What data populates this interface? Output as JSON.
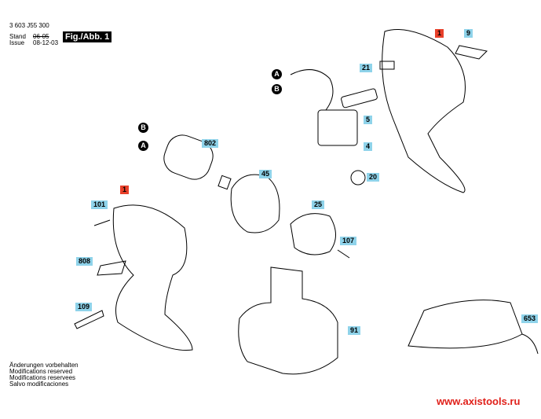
{
  "header": {
    "doc_number": "3 603 J55 300",
    "stand_label": "Stand",
    "issue_label": "Issue",
    "stand_date": "06-05",
    "issue_date": "08-12-03",
    "figure": "Fig./Abb. 1"
  },
  "callouts": [
    {
      "id": "1",
      "highlight": "#e8402a"
    },
    {
      "id": "9"
    },
    {
      "id": "21"
    },
    {
      "id": "5"
    },
    {
      "id": "4"
    },
    {
      "id": "20"
    },
    {
      "id": "802"
    },
    {
      "id": "45"
    },
    {
      "id": "1",
      "highlight": "#e8402a"
    },
    {
      "id": "101"
    },
    {
      "id": "25"
    },
    {
      "id": "107"
    },
    {
      "id": "808"
    },
    {
      "id": "109"
    },
    {
      "id": "91"
    },
    {
      "id": "653"
    }
  ],
  "connectors": [
    "A",
    "B",
    "B",
    "A"
  ],
  "footer": {
    "lines": [
      "Änderungen vorbehalten",
      "Modifications reserved",
      "Modifications reservees",
      "Salvo modificaciones"
    ],
    "website": "www.axistools.ru"
  },
  "colors": {
    "callout": "#8fd3ea",
    "highlight": "#e8402a",
    "website": "#e0201a"
  }
}
